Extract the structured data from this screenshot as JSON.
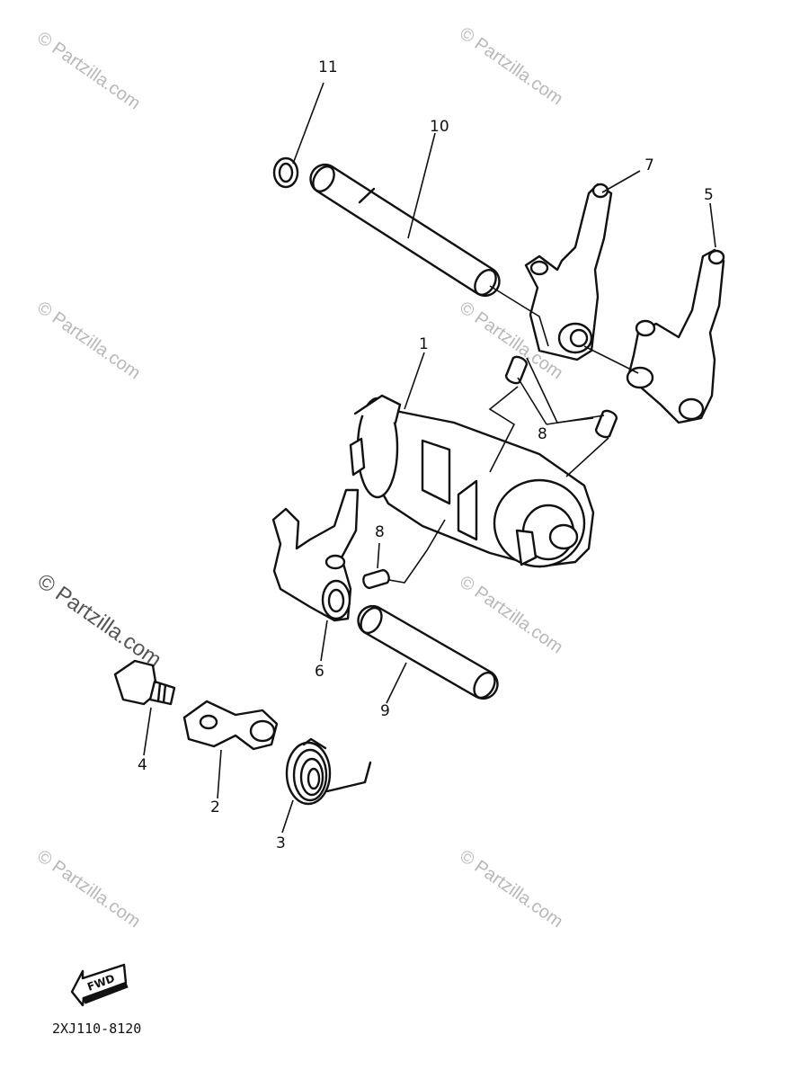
{
  "watermark": {
    "text": "© Partzilla.com"
  },
  "callouts": {
    "c1": "1",
    "c2": "2",
    "c3": "3",
    "c4": "4",
    "c5": "5",
    "c6": "6",
    "c7": "7",
    "c8a": "8",
    "c8b": "8",
    "c9": "9",
    "c10": "10",
    "c11": "11"
  },
  "fwd_label": "FWD",
  "diagram_code": "2XJ110-8120",
  "icons": {
    "direction": "fwd-arrow-icon"
  }
}
